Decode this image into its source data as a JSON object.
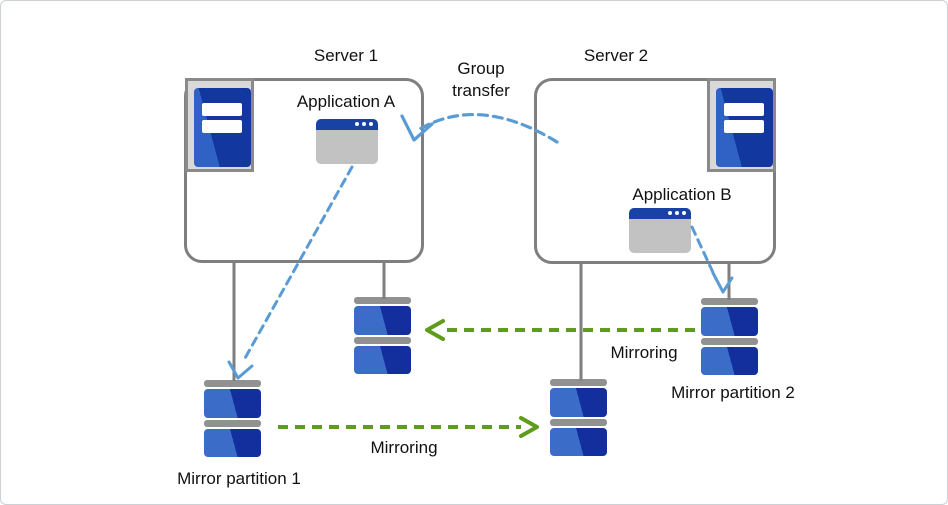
{
  "diagram": {
    "server1": {
      "label": "Server 1",
      "application": "Application A"
    },
    "server2": {
      "label": "Server 2",
      "application": "Application B"
    },
    "group_transfer": {
      "label": "Group transfer"
    },
    "mirroring_upper": {
      "label": "Mirroring"
    },
    "mirroring_lower": {
      "label": "Mirroring"
    },
    "partition1": {
      "label": "Mirror partition 1"
    },
    "partition2": {
      "label": "Mirror partition 2"
    },
    "colors": {
      "arrow_blue": "#5b9bd5",
      "mirroring_green": "#5f9c1c",
      "disk_blue_light": "#3b6cc8",
      "disk_blue_dark": "#132f9e",
      "server_blue_light": "#2f62c4",
      "server_blue_dark": "#1238a0",
      "window_titlebar_blue": "#1843a5",
      "window_body_gray": "#c2c2c2",
      "outline_gray": "#7f7f7f",
      "cap_gray": "#919191"
    }
  }
}
